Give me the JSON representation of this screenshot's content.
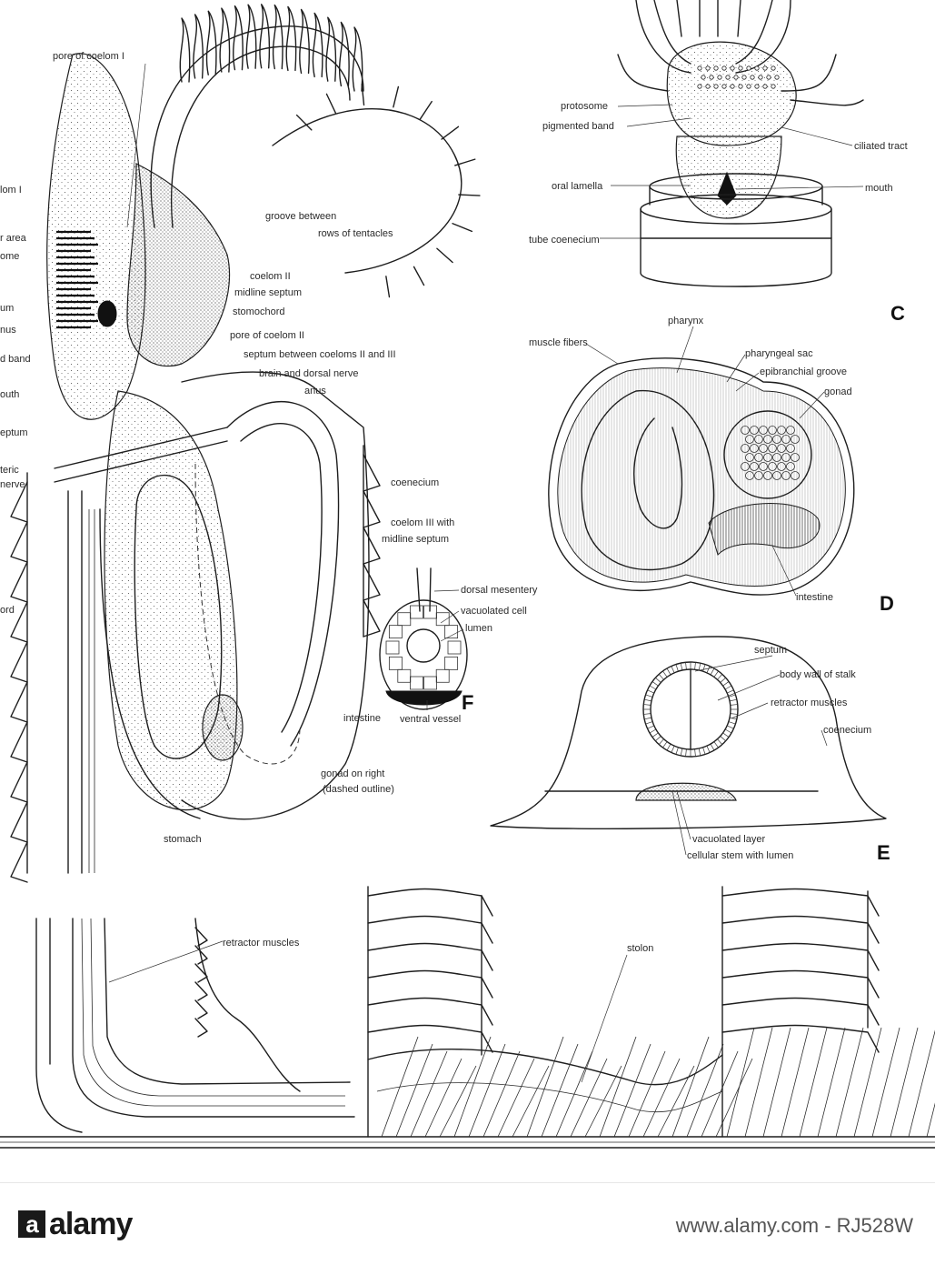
{
  "panels": {
    "C": "C",
    "D": "D",
    "E": "E",
    "F": "F"
  },
  "labels_main": {
    "pore_coelom_1": "pore of coelom I",
    "coelom_1_cut": "lom I",
    "area_cut": "r area",
    "ome_cut": "ome",
    "um_cut": "um",
    "nus_cut": "nus",
    "band_cut": "d band",
    "mouth_cut": "outh",
    "septum_cut": "eptum",
    "teric_cut": "teric",
    "nerve_cut": "nerve",
    "ord_cut": "ord",
    "groove_between": "groove between",
    "rows_of_tentacles": "rows of tentacles",
    "coelom_2": "coelom II",
    "midline_septum": "midline septum",
    "stomochord": "stomochord",
    "pore_coelom_2": "pore of coelom II",
    "septum_between": "septum between coeloms II and III",
    "brain_dorsal_nerve": "brain and dorsal nerve",
    "anus": "anus",
    "coenecium": "coenecium",
    "coelom_3_with": "coelom III with",
    "midline_septum_2": "midline septum",
    "intestine": "intestine",
    "gonad_on_right": "gonad on right",
    "dashed_outline": "(dashed outline)",
    "stomach": "stomach"
  },
  "labels_C": {
    "protosome": "protosome",
    "pigmented_band": "pigmented band",
    "ciliated_tract": "ciliated tract",
    "oral_lamella": "oral lamella",
    "mouth": "mouth",
    "tube_coenecium": "tube coenecium"
  },
  "labels_D": {
    "pharynx": "pharynx",
    "muscle_fibers": "muscle fibers",
    "pharyngeal_sac": "pharyngeal sac",
    "epibranchial_groove": "epibranchial groove",
    "gonad": "gonad",
    "intestine": "intestine"
  },
  "labels_F": {
    "dorsal_mesentery": "dorsal mesentery",
    "vacuolated_cell": "vacuolated cell",
    "lumen": "lumen",
    "ventral_vessel": "ventral vessel"
  },
  "labels_E": {
    "septum": "septum",
    "body_wall_of_stalk": "body wall of stalk",
    "retractor_muscles": "retractor muscles",
    "coenecium": "coenecium",
    "vacuolated_layer": "vacuolated layer",
    "cellular_stem": "cellular stem with lumen"
  },
  "labels_bottom": {
    "retractor_muscles": "retractor muscles",
    "stolon": "stolon"
  },
  "footer": {
    "logo_mark": "a",
    "logo_text": "alamy",
    "site": "www.alamy.com - RJ528W"
  }
}
